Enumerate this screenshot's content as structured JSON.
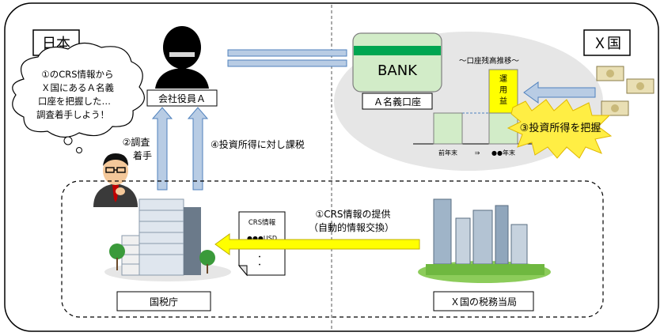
{
  "regions": {
    "japan": "日本",
    "country_x": "Ｘ国"
  },
  "officer": {
    "label": "会社役員Ａ"
  },
  "thought_bubble": {
    "lines": [
      "①のCRS情報から",
      "Ｘ国にあるＡ名義",
      "口座を把握した…",
      "調査着手しよう！"
    ]
  },
  "bank": {
    "name": "BANK",
    "account_label": "Ａ名義口座",
    "chart_title": "～口座残高推移～",
    "gain_label_chars": [
      "運",
      "用",
      "益"
    ],
    "bar_left_label": "前年末",
    "arrow_glyph": "⇒",
    "bar_right_label": "●●年末"
  },
  "steps": {
    "step1_line1": "①CRS情報の提供",
    "step1_line2": "（自動的情報交換）",
    "step2_line1": "②調査",
    "step2_line2": "着手",
    "step3": "③投資所得を把握",
    "step4": "④投資所得に対し課税"
  },
  "crs_doc": {
    "title": "CRS情報",
    "amount": "●●●USD",
    "dots": [
      "・",
      "・",
      "・"
    ]
  },
  "authorities": {
    "nta": "国税庁",
    "x_tax": "Ｘ国の税務当局"
  },
  "colors": {
    "bank_green": "#00a651",
    "bank_body": "#d2ecc8",
    "arrow_blue": "#b8cce4",
    "arrow_blue_stroke": "#4f81bd",
    "arrow_yellow": "#ffff00",
    "gain_yellow": "#ffff00",
    "burst_yellow": "#ffee44",
    "gray_ellipse": "#e6e6e6"
  }
}
